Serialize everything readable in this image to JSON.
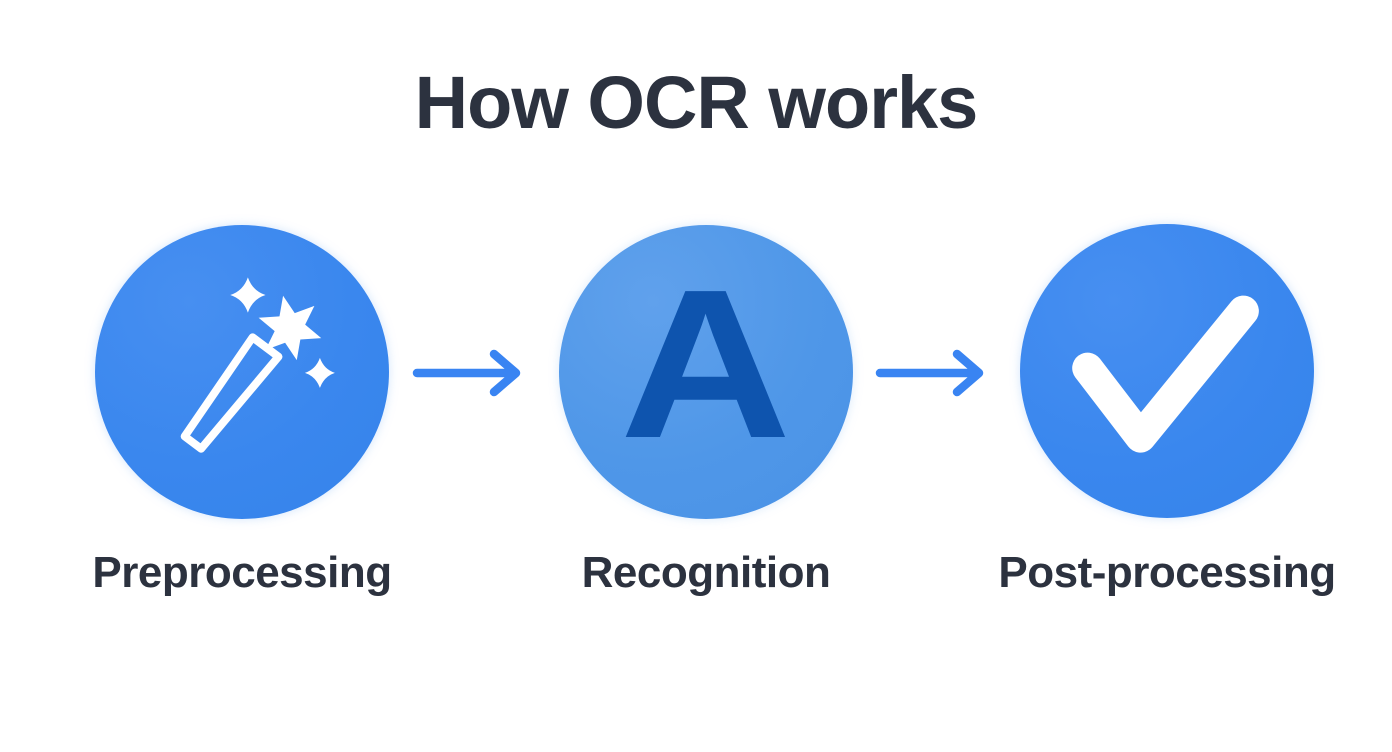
{
  "title": "How OCR works",
  "stages": [
    {
      "label": "Preprocessing",
      "icon": "magic-wand-icon"
    },
    {
      "label": "Recognition",
      "icon": "letter-a-glyph",
      "glyph": "A"
    },
    {
      "label": "Post-processing",
      "icon": "checkmark-icon"
    }
  ],
  "arrows": [
    {
      "name": "flow-arrow-1",
      "direction": "right"
    },
    {
      "name": "flow-arrow-2",
      "direction": "right"
    }
  ],
  "colors": {
    "background": "#ffffff",
    "title_text": "#2c323f",
    "label_text": "#2c323f",
    "circle_blue": "#3a87ee",
    "circle_light_blue": "#4f97e8",
    "letter_blue": "#0e54ae",
    "icon_white": "#ffffff",
    "arrow_blue": "#3984f2"
  }
}
